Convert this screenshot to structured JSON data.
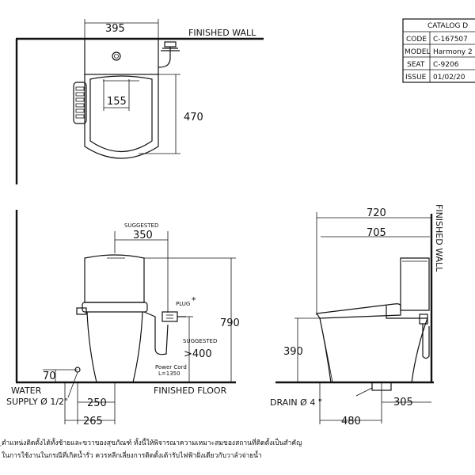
{
  "title_block": {
    "header": "CATALOG D",
    "rows": [
      {
        "key": "CODE",
        "value": "C-167507"
      },
      {
        "key": "MODEL",
        "value": "Harmony 2"
      },
      {
        "key": "SEAT",
        "value": "C-9206"
      },
      {
        "key": "ISSUE",
        "value": "01/02/20"
      }
    ]
  },
  "labels": {
    "finished_wall_top": "FINISHED WALL",
    "finished_wall_side": "FINISHED WALL",
    "finished_floor": "FINISHED FLOOR",
    "suggested_1": "SUGGESTED",
    "suggested_2": "SUGGESTED",
    "plug": "PLUG",
    "plug_mark": "*",
    "power_cord_1": "Power Cord",
    "power_cord_2": "L=1350",
    "water_supply_1": "WATER",
    "water_supply_2": "SUPPLY Ø 1/2\"",
    "drain": "DRAIN Ø 4 \""
  },
  "dimensions": {
    "top_width": "395",
    "seat_inner": "155",
    "top_depth": "470",
    "suggested_width": "350",
    "height": "790",
    "plug_height": ">400",
    "supply_height": "70",
    "supply_offset": "250",
    "half_width": "265",
    "side_overall": "720",
    "side_body": "705",
    "seat_height": "390",
    "drain_offset": "305",
    "side_depth": "480"
  },
  "notes": [
    "ฺตำแหน่งติดตั้งได้ทั้งซ้ายและขวาของสุขภัณฑ์ ทั้งนี้ให้พิจารณาความเหมาะสมของสถานที่ติดตั้งเป็นสำคัญ",
    "ในการใช้งานในกรณีที่เกิดน้ำรั่ว ควรหลีกเลี่ยงการติดตั้งเต้ารับไฟฟ้าฝั่งเดียวกับวาล์วจ่ายน้ำ"
  ]
}
